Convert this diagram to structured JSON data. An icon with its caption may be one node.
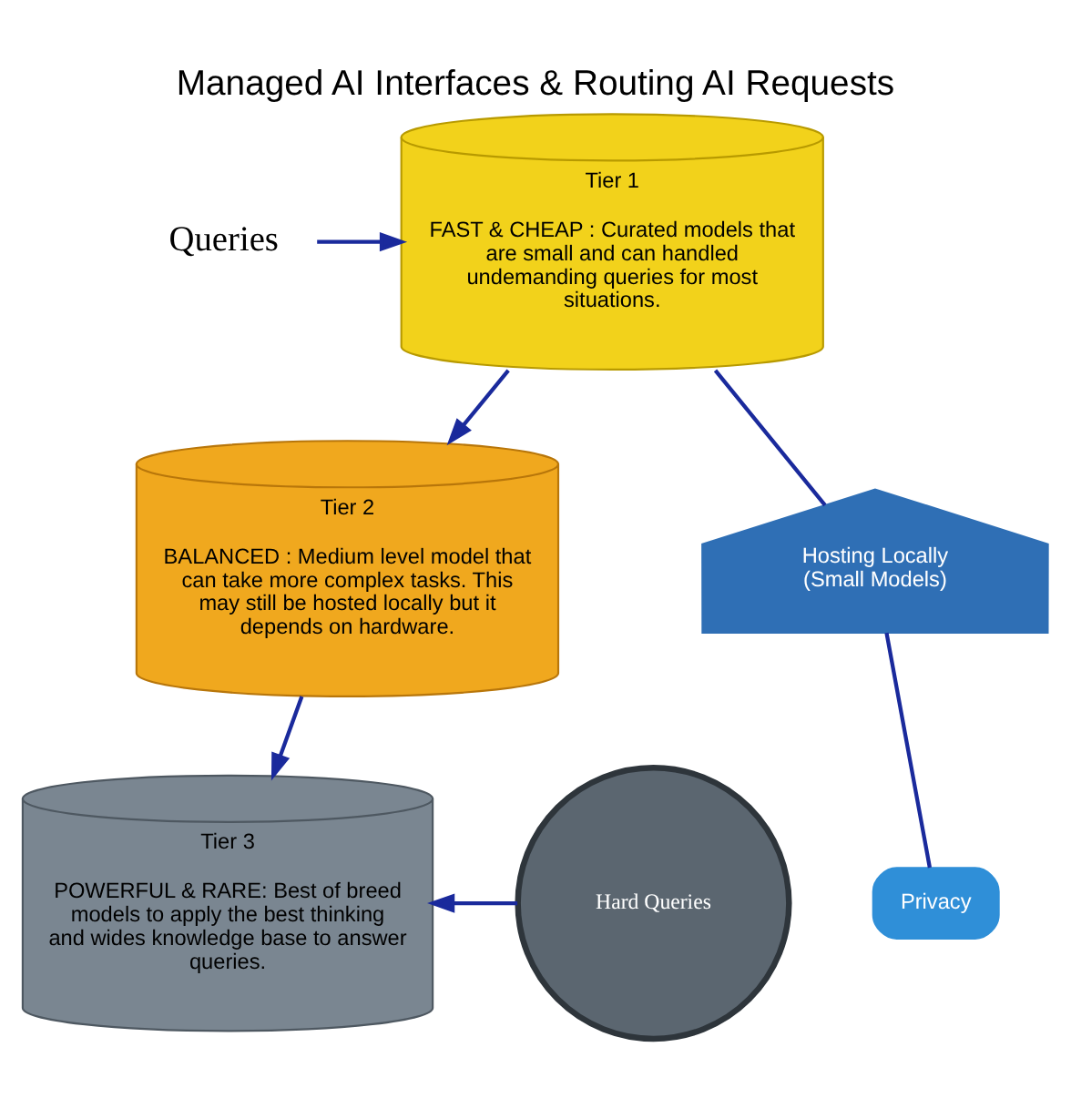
{
  "diagram": {
    "title": "Managed AI Interfaces & Routing AI Requests",
    "nodes": [
      {
        "text": [
          "Queries"
        ]
      },
      {
        "text": [
          "Tier 1",
          "FAST & CHEAP : Curated models that are small and can handled undemanding queries for most situations."
        ]
      },
      {
        "text": [
          "Tier 2",
          "BALANCED : Medium level model that can take more complex tasks. This may still be hosted locally but it depends on hardware."
        ]
      },
      {
        "text": [
          "Hosting Locally (Small Models)"
        ]
      },
      {
        "text": [
          "Privacy"
        ]
      },
      {
        "text": [
          "Hard Queries"
        ]
      },
      {
        "text": [
          "Tier 3",
          "POWERFUL & RARE: Best of breed models to apply the best thinking and wides knowledge base to answer queries."
        ]
      }
    ],
    "edges": [
      {
        "from": 0,
        "to": 1,
        "arrow": "to"
      },
      {
        "from": 1,
        "to": 2,
        "arrow": "to"
      },
      {
        "from": 1,
        "to": 3,
        "arrow": "none"
      },
      {
        "from": 3,
        "to": 4,
        "arrow": "none"
      },
      {
        "from": 2,
        "to": 6,
        "arrow": "to"
      },
      {
        "from": 5,
        "to": 6,
        "arrow": "to"
      }
    ]
  }
}
